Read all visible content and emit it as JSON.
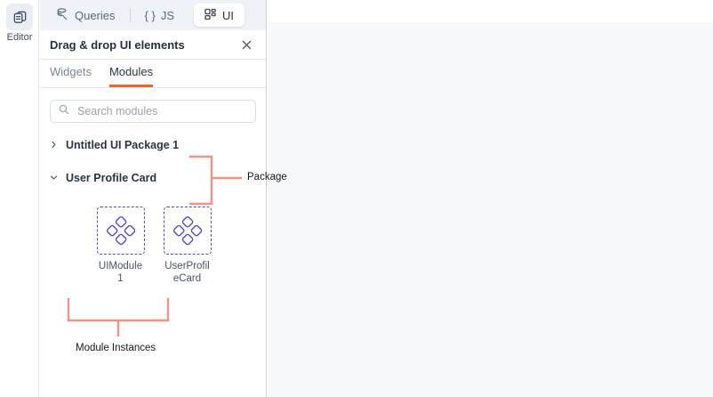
{
  "rail": {
    "items": [
      {
        "label": "Editor",
        "icon": "editor-pages-icon",
        "active": true
      }
    ]
  },
  "tabs": [
    {
      "label": "Queries",
      "icon": "database-query-icon",
      "active": false
    },
    {
      "label": "JS",
      "icon": "curly-braces-icon",
      "active": false
    },
    {
      "label": "UI",
      "icon": "grid-layout-icon",
      "active": true
    }
  ],
  "panel": {
    "title": "Drag & drop UI elements",
    "close_icon": "close-icon",
    "subtabs": [
      {
        "label": "Widgets",
        "active": false
      },
      {
        "label": "Modules",
        "active": true
      }
    ],
    "search": {
      "placeholder": "Search modules",
      "value": "",
      "icon": "search-icon"
    },
    "tree": [
      {
        "label": "Untitled UI Package 1",
        "expanded": false,
        "icon": "chevron-right-icon"
      },
      {
        "label": "User Profile Card",
        "expanded": true,
        "icon": "chevron-down-icon"
      }
    ],
    "modules": [
      {
        "label": "UIModule1",
        "icon": "module-diamonds-icon"
      },
      {
        "label": "UserProfileCard",
        "icon": "module-diamonds-icon"
      }
    ]
  },
  "annotations": [
    {
      "id": "package",
      "label": "Package"
    },
    {
      "id": "module-instances",
      "label": "Module Instances"
    }
  ],
  "colors": {
    "accent_orange": "#e8662b",
    "module_purple": "#5b43d6",
    "annotation_salmon": "#f19389",
    "canvas_bg": "#f7f8fa",
    "tabstrip_bg": "#eff2f6"
  }
}
